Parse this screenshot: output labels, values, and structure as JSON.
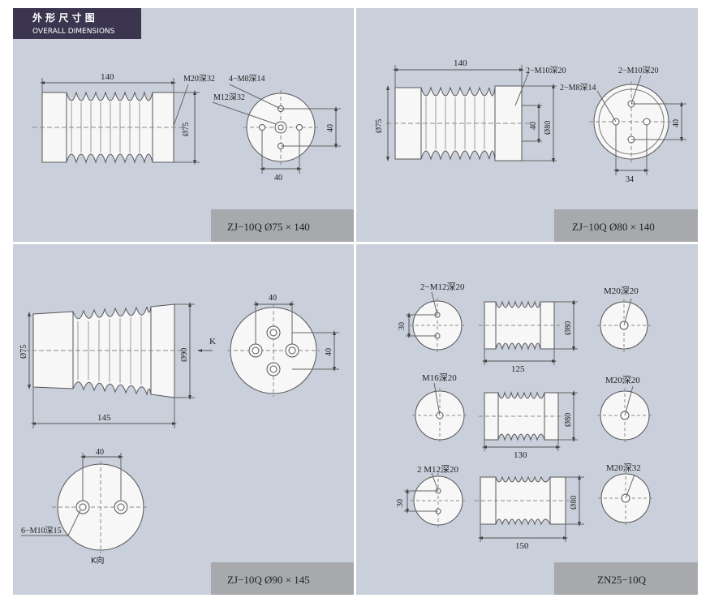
{
  "header": {
    "title_cn": "外 形 尺 寸 图",
    "title_en": "OVERALL DIMENSIONS"
  },
  "panels": [
    {
      "caption": "ZJ−10Q   Ø75 × 140",
      "dims": {
        "length": "140",
        "thread_end": "M20深32",
        "holes_4": "4−M8深14",
        "center_hole": "M12深32",
        "dia": "Ø75",
        "pitch_v": "40",
        "pitch_h": "40"
      }
    },
    {
      "caption": "ZJ−10Q   Ø80 × 140",
      "dims": {
        "length": "140",
        "m10_a": "2−M10深20",
        "m8": "2−M8深14",
        "m10_b": "2−M10深20",
        "dia_left": "Ø75",
        "pitch_v_side": "40",
        "dia_right": "Ø80",
        "pitch_v": "40",
        "pitch_h": "34"
      }
    },
    {
      "caption": "ZJ−10Q   Ø90 × 145",
      "dims": {
        "top_pitch": "40",
        "dia_left": "Ø75",
        "dia_right": "Ø90",
        "view_k": "K",
        "length": "145",
        "pitch_v": "40",
        "k_pitch": "40",
        "k_holes": "6−M10深15",
        "k_view": "K向"
      }
    },
    {
      "caption": "ZN25−10Q",
      "rows": [
        {
          "left_label": "2−M12深20",
          "left_dim": "30",
          "dia": "Ø80",
          "length": "125",
          "right_label": "M20深20"
        },
        {
          "left_label": "M16深20",
          "dia": "Ø80",
          "length": "130",
          "right_label": "M20深20"
        },
        {
          "left_label": "2  M12深20",
          "left_dim": "30",
          "dia": "Ø80",
          "length": "150",
          "right_label": "M20深32"
        }
      ]
    }
  ],
  "colors": {
    "panel_bg": "#c9cfdb",
    "caption_bg": "#a7a9ad",
    "header_bg": "#3b3550",
    "part_fill": "#f7f7f7",
    "line": "#555555"
  }
}
